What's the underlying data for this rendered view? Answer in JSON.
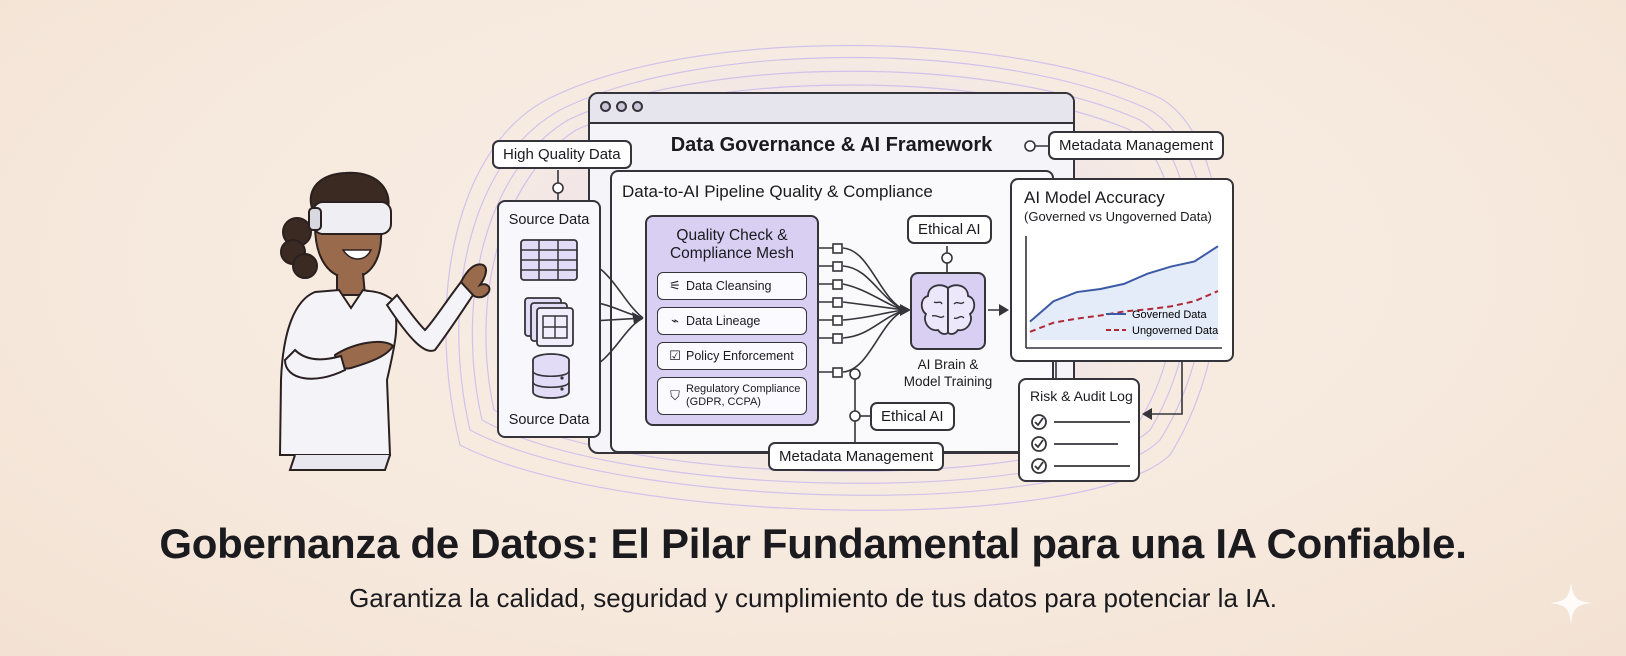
{
  "headline": "Gobernanza de Datos: El Pilar Fundamental para una IA Confiable.",
  "subheadline": "Garantiza la calidad, seguridad y cumplimiento de tus datos para potenciar la IA.",
  "diagram": {
    "window_title": "Data Governance & AI Framework",
    "pipeline_title": "Data-to-AI Pipeline Quality & Compliance",
    "tags": {
      "high_quality": "High Quality Data",
      "metadata_top": "Metadata Management",
      "ethical_top": "Ethical AI",
      "ethical_bottom": "Ethical AI",
      "metadata_bottom": "Metadata Management"
    },
    "source": {
      "top_label": "Source Data",
      "bottom_label": "Source Data"
    },
    "mesh": {
      "title_line1": "Quality Check &",
      "title_line2": "Compliance Mesh",
      "items": [
        {
          "label": "Data Cleansing",
          "icon": "sliders-icon"
        },
        {
          "label": "Data Lineage",
          "icon": "lineage-icon"
        },
        {
          "label": "Policy Enforcement",
          "icon": "checkbox-icon"
        },
        {
          "label_line1": "Regulatory Compliance",
          "label_line2": "(GDPR, CCPA)",
          "icon": "shield-check-icon"
        }
      ]
    },
    "brain": {
      "label_line1": "AI Brain &",
      "label_line2": "Model Training"
    },
    "risk": {
      "title": "Risk & Audit Log"
    },
    "colors": {
      "accent_purple": "#d8cff2",
      "governed": "#3b5aa6",
      "ungoverned": "#b02a35"
    }
  },
  "chart_data": {
    "type": "line",
    "title": "AI Model Accuracy",
    "subtitle": "(Governed vs Ungoverned Data)",
    "xlabel": "",
    "ylabel": "",
    "grid": false,
    "legend": "bottom-right",
    "series": [
      {
        "name": "Governed Data",
        "values": [
          0.18,
          0.38,
          0.47,
          0.5,
          0.55,
          0.65,
          0.72,
          0.77,
          0.92
        ],
        "style": "solid"
      },
      {
        "name": "Ungoverned Data",
        "values": [
          0.08,
          0.17,
          0.21,
          0.24,
          0.28,
          0.3,
          0.33,
          0.38,
          0.48
        ],
        "style": "dashed"
      }
    ]
  }
}
